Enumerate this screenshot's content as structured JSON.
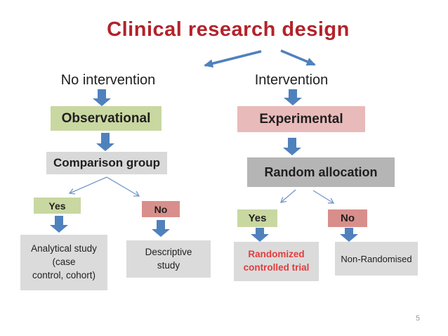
{
  "slide": {
    "title": "Clinical research design",
    "page_number": "5"
  },
  "colors": {
    "title-red": "#b3232a",
    "rct-red": "#e23c3c",
    "arrow-blue": "#4f81bd",
    "thin-arrow-blue": "#7397c5",
    "green-box": "#c9d7a1",
    "pink-box": "#e9baba",
    "red-box": "#d88f8c",
    "gray-light": "#d9d9d9",
    "gray-mid": "#b5b5b5",
    "gray-result": "#dbdbdb",
    "text-dark": "#1f1f1f",
    "page-num-gray": "#9a9a9a"
  },
  "left_branch": {
    "header": "No intervention",
    "study_type": "Observational",
    "decision": "Comparison group",
    "yes_label": "Yes",
    "no_label": "No",
    "yes_outcome": "Analytical study\n(case\ncontrol, cohort)",
    "no_outcome": "Descriptive\nstudy"
  },
  "right_branch": {
    "header": "Intervention",
    "study_type": "Experimental",
    "decision": "Random allocation",
    "yes_label": "Yes",
    "no_label": "No",
    "yes_outcome": "Randomized\ncontrolled trial",
    "no_outcome": "Non-Randomised"
  }
}
